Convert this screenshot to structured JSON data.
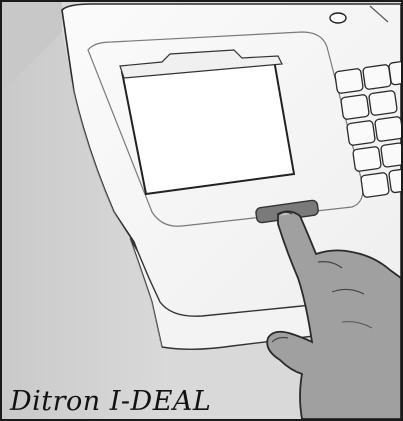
{
  "caption": {
    "text": "Ditron I-DEAL"
  },
  "colors": {
    "backdrop": "#d6d6d6",
    "device": "#f7f7f7",
    "outline": "#2b2b2b",
    "button": "#7a7a7a",
    "hand": "#9a9a9a",
    "frame": "#1a1a1a"
  },
  "icons": {
    "device": "cash-register-sketch",
    "finger": "pointing-finger",
    "button": "drawer-release-button"
  }
}
